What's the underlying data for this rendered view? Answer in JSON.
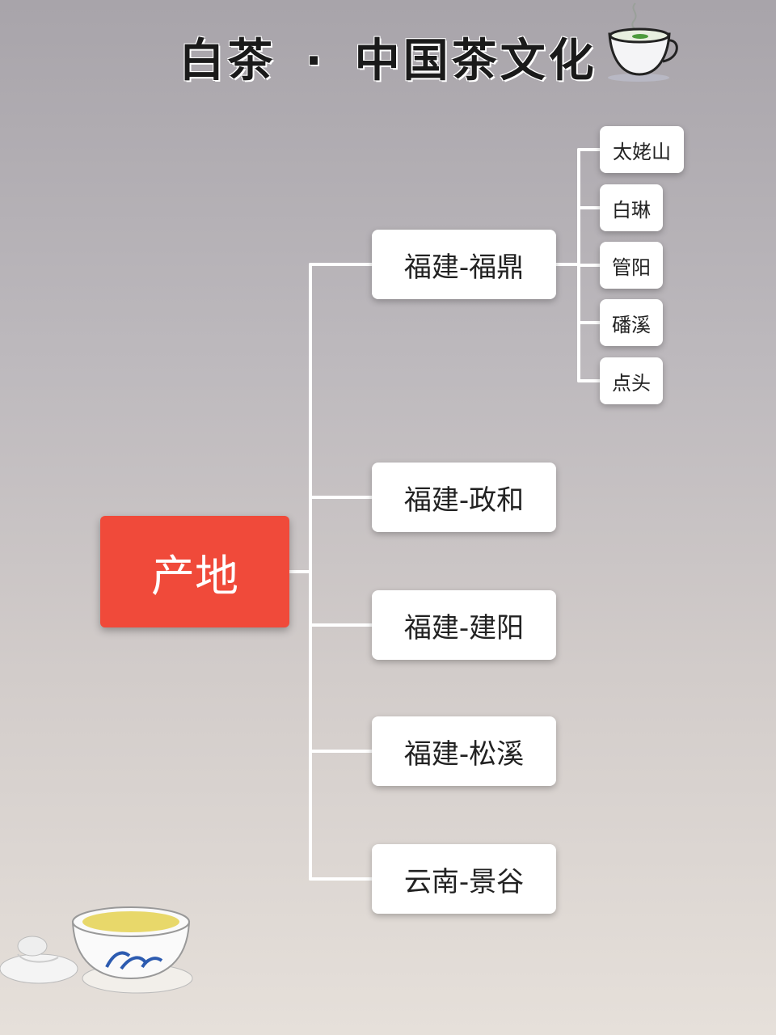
{
  "title": {
    "part1": "白茶",
    "sep": "·",
    "part2": "中国茶文化"
  },
  "icons": {
    "top": "teacup-icon",
    "bottom": "gaiwan-icon"
  },
  "colors": {
    "root": "#f04a3a",
    "node": "#ffffff",
    "connector": "#ffffff"
  },
  "root": {
    "label": "产地"
  },
  "regions": [
    {
      "label": "福建-福鼎",
      "children": [
        "太姥山",
        "白琳",
        "管阳",
        "磻溪",
        "点头"
      ]
    },
    {
      "label": "福建-政和",
      "children": []
    },
    {
      "label": "福建-建阳",
      "children": []
    },
    {
      "label": "福建-松溪",
      "children": []
    },
    {
      "label": "云南-景谷",
      "children": []
    }
  ]
}
